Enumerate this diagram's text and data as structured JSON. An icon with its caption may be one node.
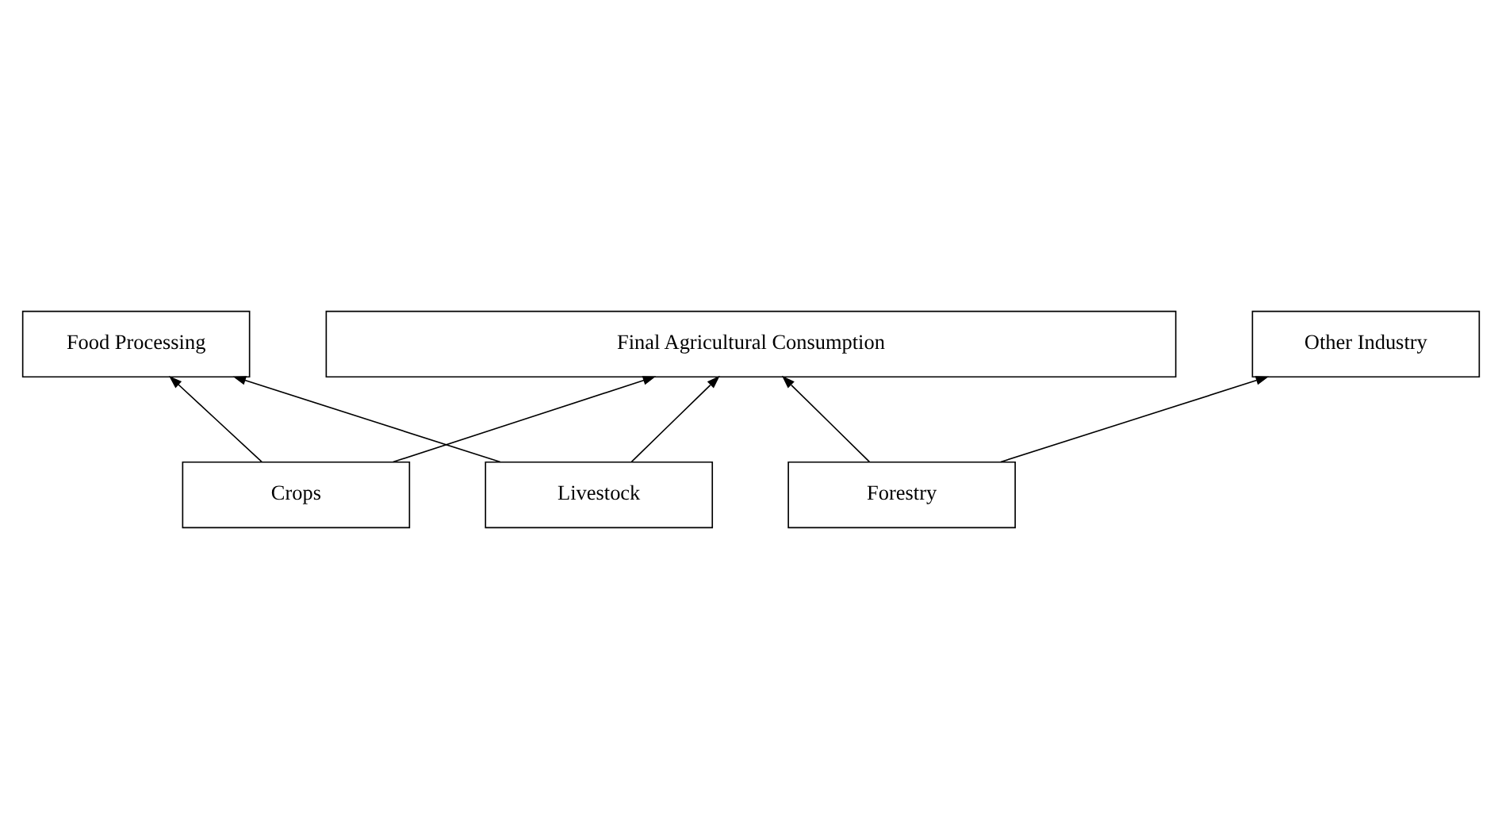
{
  "diagram": {
    "nodes": [
      {
        "text": [
          "Final Agricultural Consumption"
        ]
      },
      {
        "text": [
          "Food Processing"
        ]
      },
      {
        "text": [
          "Other Industry"
        ]
      },
      {
        "text": [
          "Crops"
        ]
      },
      {
        "text": [
          "Livestock"
        ]
      },
      {
        "text": [
          "Forestry"
        ]
      }
    ],
    "edges": [
      {
        "from": 3,
        "to": 0,
        "arrow": "to"
      },
      {
        "from": 3,
        "to": 1,
        "arrow": "to"
      },
      {
        "from": 4,
        "to": 1,
        "arrow": "to"
      },
      {
        "from": 4,
        "to": 0,
        "arrow": "to"
      },
      {
        "from": 5,
        "to": 2,
        "arrow": "to"
      },
      {
        "from": 5,
        "to": 0,
        "arrow": "to"
      }
    ]
  }
}
